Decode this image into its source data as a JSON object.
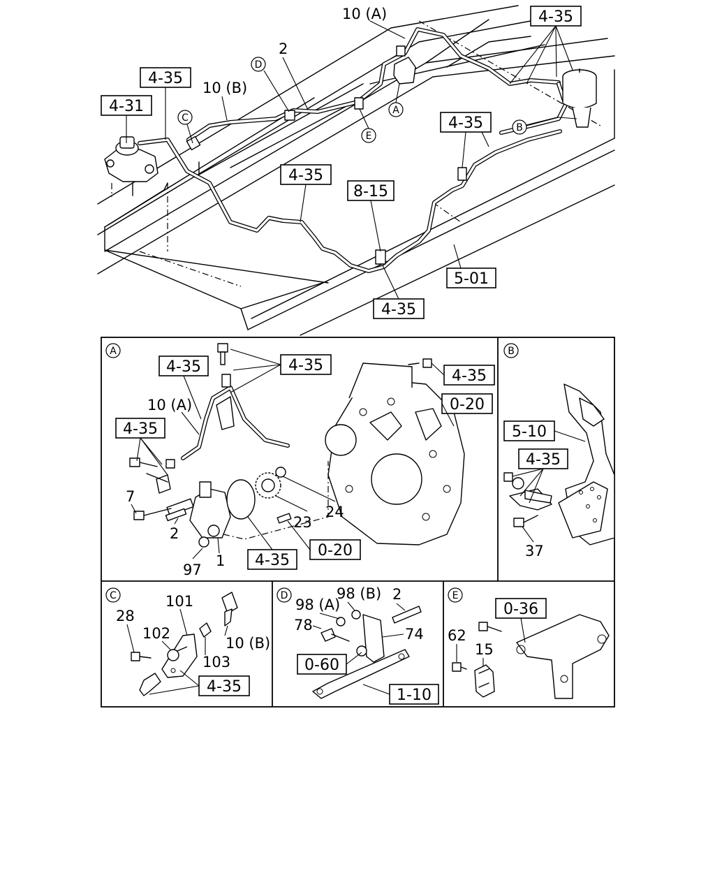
{
  "refs": {
    "r_4_31": "4-31",
    "r_4_35": "4-35",
    "r_8_15": "8-15",
    "r_5_01": "5-01",
    "r_0_20": "0-20",
    "r_5_10": "5-10",
    "r_0_60": "0-60",
    "r_1_10": "1-10",
    "r_0_36": "0-36"
  },
  "callouts": {
    "A": "A",
    "B": "B",
    "C": "C",
    "D": "D",
    "E": "E"
  },
  "labels": {
    "p10A": "10 (A)",
    "p10B": "10 (B)",
    "p2": "2",
    "p7": "7",
    "p97": "97",
    "p1": "1",
    "p23": "23",
    "p24": "24",
    "p37": "37",
    "p28": "28",
    "p101": "101",
    "p102": "102",
    "p103": "103",
    "p98A": "98 (A)",
    "p98B": "98 (B)",
    "p78": "78",
    "p74": "74",
    "p62": "62",
    "p15": "15"
  }
}
